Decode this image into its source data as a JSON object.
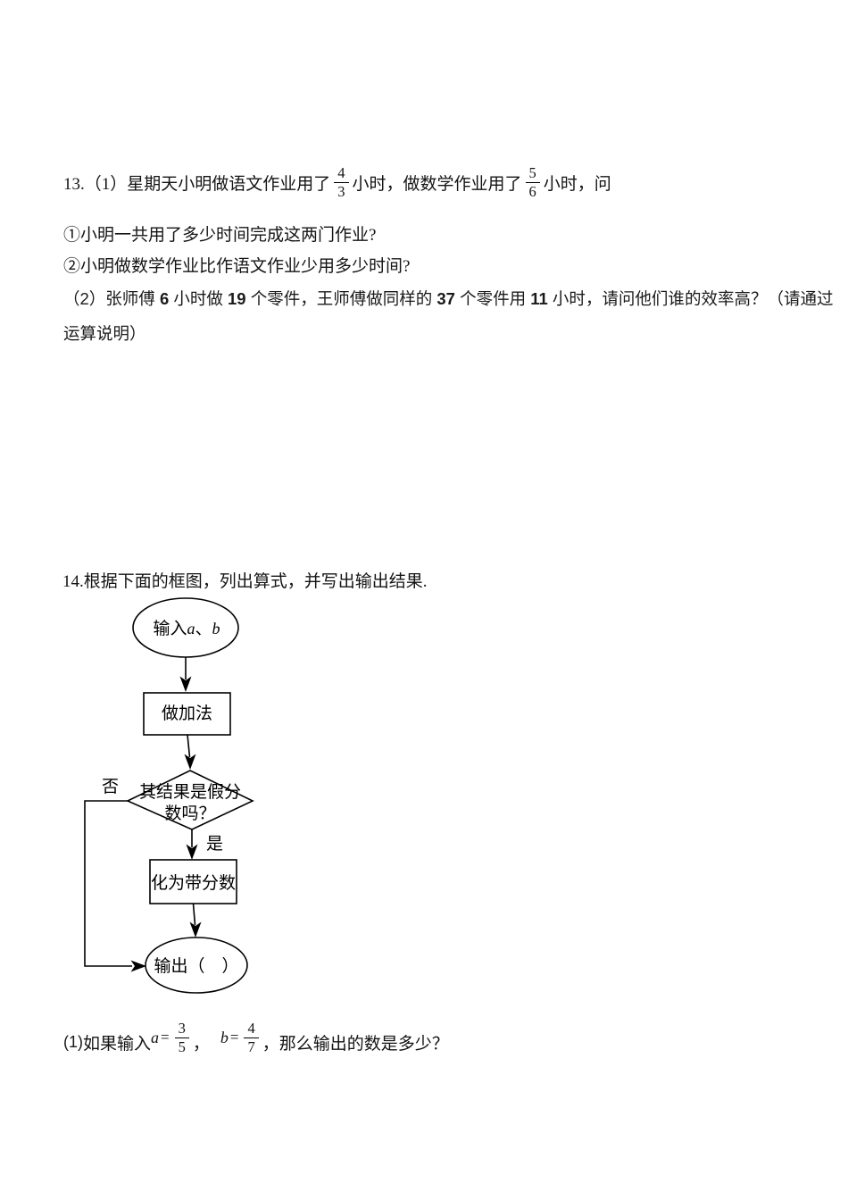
{
  "doc": {
    "q13": {
      "lead": "13.（1）星期天小明做语文作业用了",
      "frac1_num": "4",
      "frac1_den": "3",
      "mid": "小时，做数学作业用了",
      "frac2_num": "5",
      "frac2_den": "6",
      "tail": "小时，问",
      "sub1": "①小明一共用了多少时间完成这两门作业?",
      "sub2": "②小明做数学作业比作语文作业少用多少时间?",
      "part2": {
        "segments": [
          "（2）张师傅 ",
          "6",
          " 小时做 ",
          "19",
          " 个零件，王师傅做同样的 ",
          "37",
          " 个零件用 ",
          "11",
          " 小时，请问他们谁的效率高？（请通过"
        ],
        "line2": "运算说明）"
      }
    },
    "q14": {
      "title": "14.根据下面的框图，列出算式，并写出输出结果.",
      "flow": {
        "start_pre": "输入",
        "start_a": "a",
        "start_sep": "、",
        "start_b": "b",
        "step1": "做加法",
        "decision_line1": "其结果是假分",
        "decision_line2": "数吗？",
        "no_label": "否",
        "yes_label": "是",
        "step2": "化为带分数",
        "end": "输出（　）"
      },
      "q1": {
        "num_label": "(1)",
        "lead": "如果输入",
        "a_var": "a",
        "eq1": "=",
        "a_num": "3",
        "a_den": "5",
        "comma1": "，",
        "b_var": "b",
        "eq2": "=",
        "b_num": "4",
        "b_den": "7",
        "tail": "，那么输出的数是多少？"
      }
    }
  }
}
